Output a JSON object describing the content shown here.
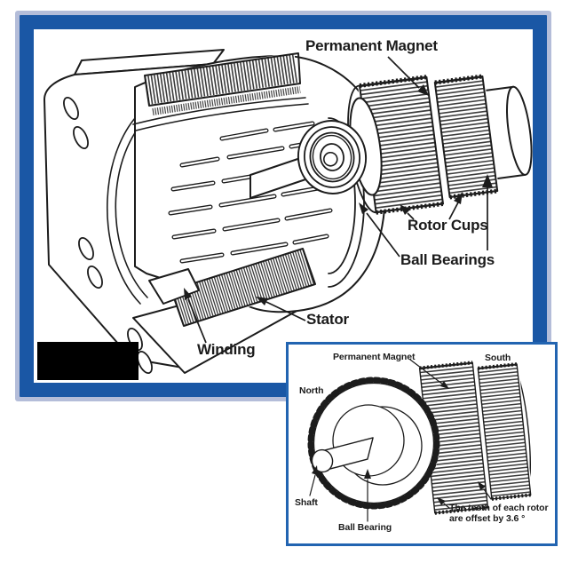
{
  "frame": {
    "blue_border_color": "#1a57a5",
    "outer_light_border_color": "#b4bdd9",
    "background": "#ffffff"
  },
  "main_diagram": {
    "labels": {
      "permanent_magnet": "Permanent Magnet",
      "rotor_cups": "Rotor Cups",
      "ball_bearings": "Ball Bearings",
      "stator": "Stator",
      "winding": "Winding"
    }
  },
  "inset": {
    "border_color": "#2264b1",
    "labels": {
      "permanent_magnet": "Permanent Magnet",
      "south": "South",
      "north": "North",
      "shaft": "Shaft",
      "ball_bearing": "Ball Bearing"
    },
    "note": {
      "line1": "The teeth of each rotor",
      "line2": "are offset by 3.6 °"
    }
  }
}
